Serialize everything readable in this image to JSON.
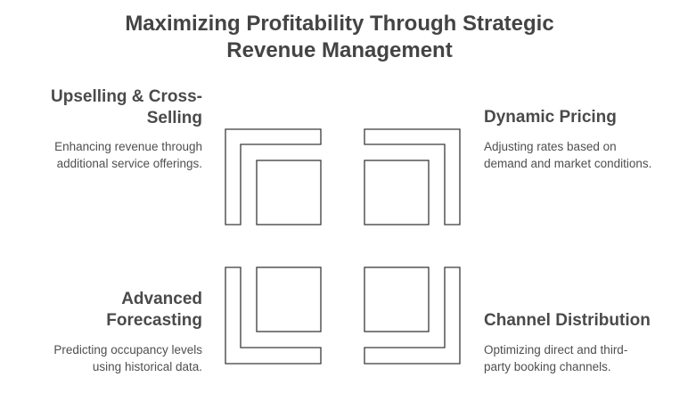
{
  "title": {
    "line1": "Maximizing Profitability Through Strategic",
    "line2": "Revenue Management"
  },
  "items": [
    {
      "heading_line1": "Upselling & Cross-",
      "heading_line2": "Selling",
      "desc_line1": "Enhancing revenue through",
      "desc_line2": "additional service offerings."
    },
    {
      "heading": "Dynamic Pricing",
      "desc_line1": "Adjusting rates based on",
      "desc_line2": "demand and market conditions."
    },
    {
      "heading_line1": "Advanced",
      "heading_line2": "Forecasting",
      "desc_line1": "Predicting occupancy levels",
      "desc_line2": "using historical data."
    },
    {
      "heading": "Channel Distribution",
      "desc_line1": "Optimizing direct and third-",
      "desc_line2": "party booking channels."
    }
  ]
}
